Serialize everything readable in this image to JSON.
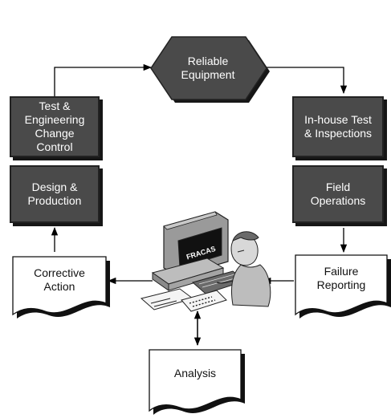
{
  "diagram": {
    "center_node": "Reliable\nEquipment",
    "left_column": {
      "top": "Test &\nEngineering\nChange\nControl",
      "bottom": "Design &\nProduction"
    },
    "right_column": {
      "top": "In-house Test\n& Inspections",
      "bottom": "Field\nOperations"
    },
    "documents": {
      "left": "Corrective\nAction",
      "right": "Failure\nReporting",
      "bottom": "Analysis"
    },
    "monitor_screen_text": "FRACAS"
  },
  "colors": {
    "box_fill": "#4a4a4a",
    "hex_fill": "#4a4a4a",
    "arrow": "#000000"
  }
}
